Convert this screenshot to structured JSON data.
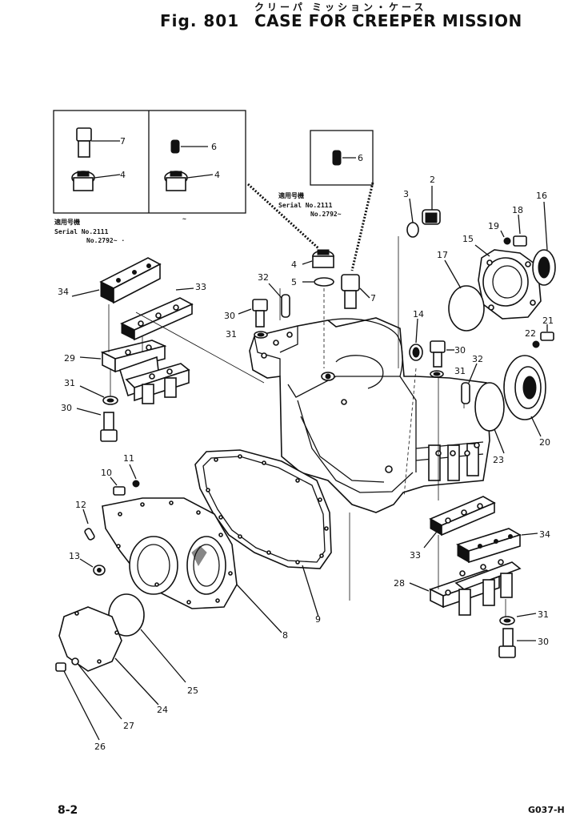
{
  "header": {
    "fig_label": "Fig. 801",
    "title_jp": "クリーパ ミッション・ケース",
    "title_en": "CASE FOR CREEPER MISSION"
  },
  "footer": {
    "page_number": "8-2",
    "code": "G037-H"
  },
  "serial_notes": {
    "left": {
      "jp": "適用号機",
      "line1": "Serial No.2111",
      "line2": "No.2792~ ·",
      "tilde": "~"
    },
    "right": {
      "jp": "適用号機",
      "line1": "Serial No.2111",
      "line2": "No.2792~"
    }
  },
  "part_numbers": {
    "p2": "2",
    "p3": "3",
    "p4a": "4",
    "p4b": "4",
    "p4c": "4",
    "p5": "5",
    "p6a": "6",
    "p6b": "6",
    "p7a": "7",
    "p7b": "7",
    "p8": "8",
    "p9": "9",
    "p10": "10",
    "p11": "11",
    "p12": "12",
    "p13": "13",
    "p14": "14",
    "p15": "15",
    "p16": "16",
    "p17": "17",
    "p18": "18",
    "p19": "19",
    "p20": "20",
    "p21": "21",
    "p22": "22",
    "p23": "23",
    "p24": "24",
    "p25": "25",
    "p26": "26",
    "p27": "27",
    "p28": "28",
    "p29": "29",
    "p30a": "30",
    "p30b": "30",
    "p30c": "30",
    "p30d": "30",
    "p31a": "31",
    "p31b": "31",
    "p31c": "31",
    "p31d": "31",
    "p32a": "32",
    "p32b": "32",
    "p33a": "33",
    "p33b": "33",
    "p34a": "34",
    "p34b": "34"
  }
}
